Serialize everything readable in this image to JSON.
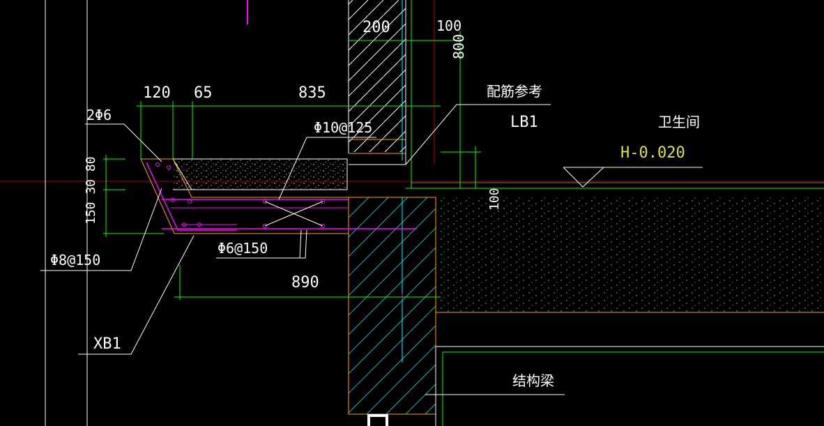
{
  "drawing": {
    "dims": {
      "d200": "200",
      "d100_top": "100",
      "d800": "800",
      "d120": "120",
      "d65": "65",
      "d835": "835",
      "d890": "890",
      "d100_side": "100",
      "d150_30_80": "150 30 80"
    },
    "labels": {
      "rebar_2phi6": "2Φ6",
      "rebar_phi10": "Φ10@125",
      "rebar_phi8": "Φ8@150",
      "rebar_phi6": "Φ6@150",
      "xb1": "XB1",
      "lb1": "LB1",
      "peijin": "配筋参考",
      "weishengjian": "卫生间",
      "elev": "H-0.020",
      "jiegouliang": "结构梁"
    },
    "colors": {
      "background": "#000000",
      "dim_green": "#00ff00",
      "wall_cyan": "#00ffff",
      "outline_orange": "#ffa500",
      "rebar_magenta": "#ff00ff",
      "text_white": "#ffffff",
      "elev_yellow": "#e0e040",
      "axis_red": "#c00000"
    }
  }
}
